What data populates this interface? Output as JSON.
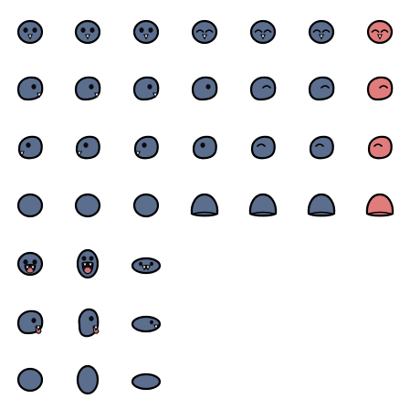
{
  "spritesheet": {
    "background": "#ffffff",
    "colors": {
      "body_blue": "#5b6e8e",
      "body_red": "#e07c7c",
      "outline": "#000000",
      "tooth": "#ffffff",
      "tongue": "#c8757a",
      "mouth": "#1a0f12"
    },
    "rows": [
      {
        "name": "front-facing",
        "frames": [
          {
            "pose": "front",
            "eyes": "open",
            "mouth": "fang",
            "color": "body_blue"
          },
          {
            "pose": "front",
            "eyes": "open",
            "mouth": "fang",
            "color": "body_blue"
          },
          {
            "pose": "front",
            "eyes": "open",
            "mouth": "fang",
            "color": "body_blue"
          },
          {
            "pose": "front",
            "eyes": "closed",
            "mouth": "fang",
            "color": "body_blue"
          },
          {
            "pose": "front",
            "eyes": "closed",
            "mouth": "fang",
            "color": "body_blue"
          },
          {
            "pose": "front",
            "eyes": "closed",
            "mouth": "fang",
            "color": "body_blue"
          },
          {
            "pose": "front",
            "eyes": "closed",
            "mouth": "fang",
            "color": "body_red"
          }
        ]
      },
      {
        "name": "side-facing",
        "frames": [
          {
            "pose": "side",
            "eyes": "open",
            "mouth": "fang",
            "color": "body_blue"
          },
          {
            "pose": "side",
            "eyes": "open",
            "mouth": "fang",
            "color": "body_blue"
          },
          {
            "pose": "side",
            "eyes": "open",
            "mouth": "fang",
            "color": "body_blue"
          },
          {
            "pose": "side",
            "eyes": "open",
            "mouth": "none",
            "color": "body_blue"
          },
          {
            "pose": "side",
            "eyes": "closed",
            "mouth": "none",
            "color": "body_blue"
          },
          {
            "pose": "side",
            "eyes": "closed",
            "mouth": "none",
            "color": "body_blue"
          },
          {
            "pose": "side",
            "eyes": "closed",
            "mouth": "none",
            "color": "body_red"
          }
        ]
      },
      {
        "name": "three-quarter",
        "frames": [
          {
            "pose": "threequarter",
            "eyes": "open",
            "mouth": "fang",
            "color": "body_blue"
          },
          {
            "pose": "threequarter",
            "eyes": "open",
            "mouth": "fang",
            "color": "body_blue"
          },
          {
            "pose": "threequarter",
            "eyes": "open",
            "mouth": "fang",
            "color": "body_blue"
          },
          {
            "pose": "threequarter",
            "eyes": "open",
            "mouth": "none",
            "color": "body_blue"
          },
          {
            "pose": "threequarter",
            "eyes": "closed",
            "mouth": "none",
            "color": "body_blue"
          },
          {
            "pose": "threequarter",
            "eyes": "closed",
            "mouth": "none",
            "color": "body_blue"
          },
          {
            "pose": "threequarter",
            "eyes": "closed",
            "mouth": "none",
            "color": "body_red"
          }
        ]
      },
      {
        "name": "back-facing",
        "frames": [
          {
            "pose": "back",
            "eyes": "none",
            "mouth": "none",
            "color": "body_blue"
          },
          {
            "pose": "back",
            "eyes": "none",
            "mouth": "none",
            "color": "body_blue"
          },
          {
            "pose": "back",
            "eyes": "none",
            "mouth": "none",
            "color": "body_blue"
          },
          {
            "pose": "back-flat",
            "eyes": "none",
            "mouth": "none",
            "color": "body_blue"
          },
          {
            "pose": "back-flat",
            "eyes": "none",
            "mouth": "none",
            "color": "body_blue"
          },
          {
            "pose": "back-flat",
            "eyes": "none",
            "mouth": "none",
            "color": "body_blue"
          },
          {
            "pose": "back-flat",
            "eyes": "none",
            "mouth": "none",
            "color": "body_red"
          }
        ]
      },
      {
        "name": "front-attack",
        "frames": [
          {
            "pose": "front",
            "eyes": "open",
            "mouth": "open-tongue",
            "color": "body_blue"
          },
          {
            "pose": "front-tall",
            "eyes": "open",
            "mouth": "open-wide",
            "color": "body_blue"
          },
          {
            "pose": "front-squash",
            "eyes": "open",
            "mouth": "open-wide",
            "color": "body_blue"
          }
        ]
      },
      {
        "name": "side-attack",
        "frames": [
          {
            "pose": "side",
            "eyes": "open",
            "mouth": "tongue",
            "color": "body_blue"
          },
          {
            "pose": "side-tall",
            "eyes": "open",
            "mouth": "tongue",
            "color": "body_blue"
          },
          {
            "pose": "side-squash",
            "eyes": "open",
            "mouth": "fang",
            "color": "body_blue"
          }
        ]
      },
      {
        "name": "back-attack",
        "frames": [
          {
            "pose": "back",
            "eyes": "none",
            "mouth": "none",
            "color": "body_blue"
          },
          {
            "pose": "back-tall",
            "eyes": "none",
            "mouth": "none",
            "color": "body_blue"
          },
          {
            "pose": "back-squash",
            "eyes": "none",
            "mouth": "none",
            "color": "body_blue"
          }
        ]
      }
    ]
  }
}
